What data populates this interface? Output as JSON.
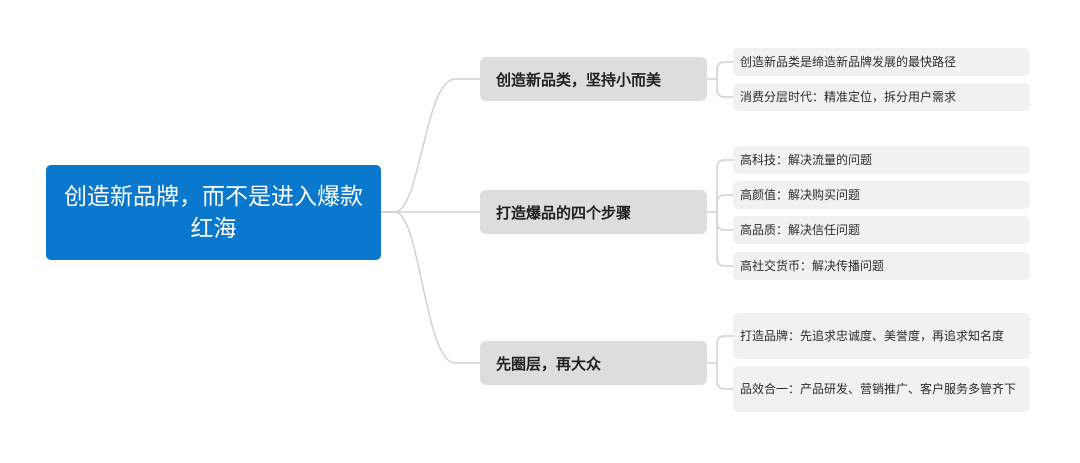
{
  "colors": {
    "root_bg": "#0a78cc",
    "branch_bg": "#dcdedb",
    "leaf_bg": "#f1f2f0",
    "line": "#cfd1cf"
  },
  "root": {
    "label": "创造新品牌，而不是进入爆款红海"
  },
  "branches": [
    {
      "label": "创造新品类，坚持小而美",
      "children": [
        "创造新品类是缔造新品牌发展的最快路径",
        "消费分层时代：精准定位，拆分用户需求"
      ]
    },
    {
      "label": "打造爆品的四个步骤",
      "children": [
        "高科技：解决流量的问题",
        "高颜值：解决购买问题",
        "高品质：解决信任问题",
        "高社交货币：解决传播问题"
      ]
    },
    {
      "label": "先圈层，再大众",
      "children": [
        "打造品牌：先追求忠诚度、美誉度，再追求知名度",
        "品效合一：产品研发、营销推广、客户服务多管齐下"
      ]
    }
  ]
}
